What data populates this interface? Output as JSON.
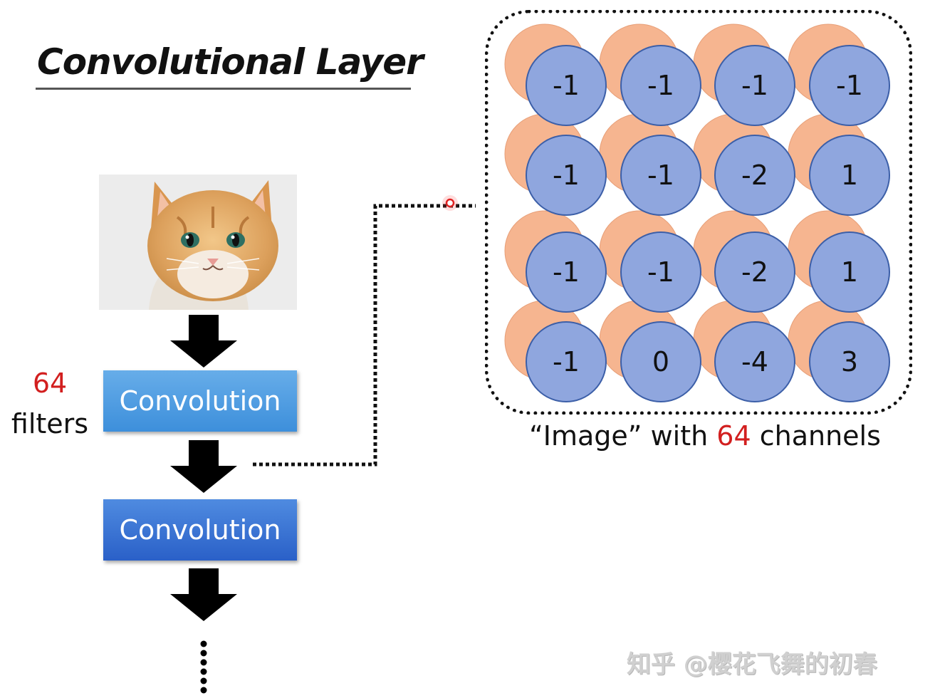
{
  "title": "Convolutional Layer",
  "filters": {
    "count": "64",
    "label": "filters"
  },
  "pipeline": {
    "conv1_label": "Convolution",
    "conv2_label": "Convolution"
  },
  "channel_grid": {
    "values": [
      [
        "-1",
        "-1",
        "-1",
        "-1"
      ],
      [
        "-1",
        "-1",
        "-2",
        "1"
      ],
      [
        "-1",
        "-1",
        "-2",
        "1"
      ],
      [
        "-1",
        "0",
        "-4",
        "3"
      ]
    ]
  },
  "caption": {
    "prefix": "“Image” with ",
    "count": "64",
    "suffix": " channels"
  },
  "watermark": "知乎 @樱花飞舞的初春",
  "colors": {
    "front_circle": "#8fa6de",
    "back_circle": "#f6b590",
    "accent_red": "#d21f1f"
  }
}
